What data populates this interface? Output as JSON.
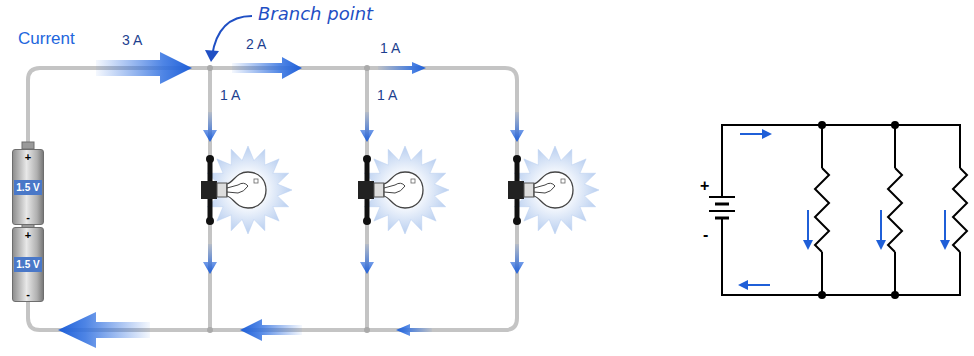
{
  "diagram": {
    "nodes": [
      {
        "text": [
          "+",
          "1.5 V",
          "-"
        ]
      },
      {
        "text": [
          "+",
          "1.5 V",
          "-"
        ]
      }
    ],
    "labels": [
      "Current",
      "3 A",
      "Branch point",
      "2 A",
      "1 A",
      "1 A",
      "1 A",
      "+",
      "-"
    ]
  }
}
